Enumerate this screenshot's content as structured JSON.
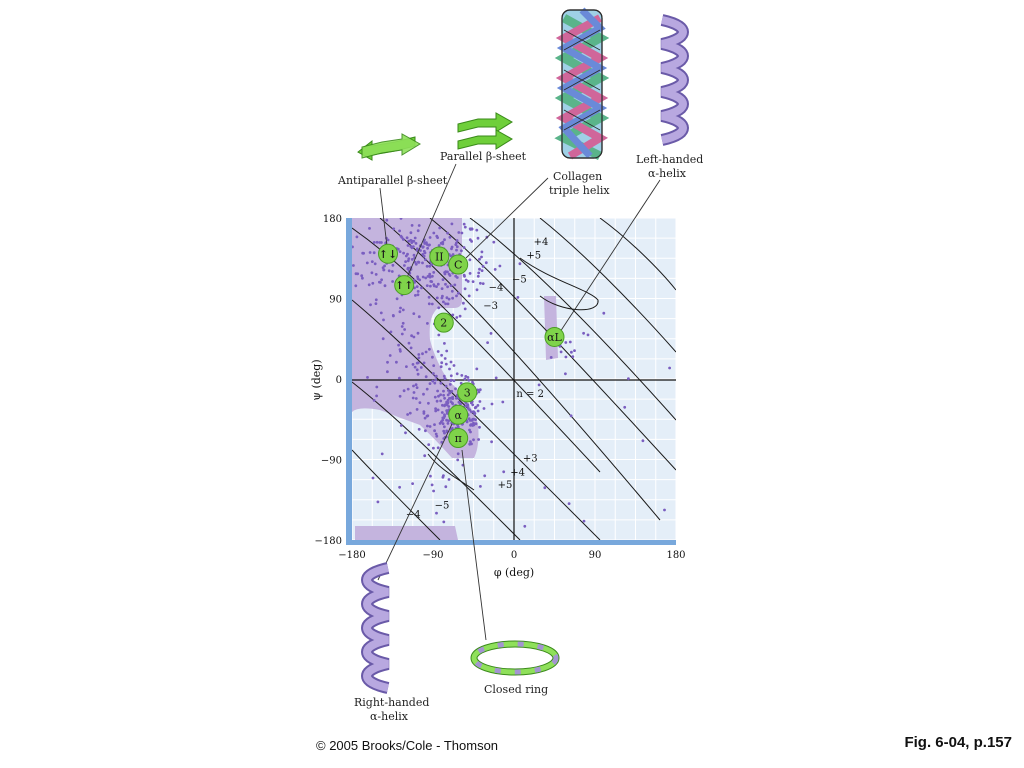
{
  "chart_data": {
    "type": "scatter",
    "xlabel": "φ (deg)",
    "ylabel": "ψ (deg)",
    "xlim": [
      -180,
      180
    ],
    "ylim": [
      -180,
      180
    ],
    "xticks": [
      "−180",
      "−90",
      "0",
      "90",
      "180"
    ],
    "yticks": [
      "180",
      "90",
      "0",
      "−90",
      "−180"
    ],
    "contour_labels": [
      {
        "text": "+4",
        "x": 30,
        "y": 150
      },
      {
        "text": "+5",
        "x": 22,
        "y": 135
      },
      {
        "text": "−5",
        "x": 6,
        "y": 108
      },
      {
        "text": "−4",
        "x": -20,
        "y": 99
      },
      {
        "text": "−3",
        "x": -26,
        "y": 78
      },
      {
        "text": "n = 2",
        "x": 18,
        "y": -20
      },
      {
        "text": "+3",
        "x": 18,
        "y": -92
      },
      {
        "text": "+4",
        "x": 4,
        "y": -108
      },
      {
        "text": "+5",
        "x": -10,
        "y": -122
      },
      {
        "text": "−5",
        "x": -80,
        "y": -145
      },
      {
        "text": "−4",
        "x": -112,
        "y": -155
      }
    ],
    "markers": [
      {
        "label": "↑↓",
        "x": -140,
        "y": 140
      },
      {
        "label": "II",
        "x": -83,
        "y": 137
      },
      {
        "label": "C",
        "x": -62,
        "y": 128
      },
      {
        "label": "↑↑",
        "x": -122,
        "y": 105
      },
      {
        "label": "2",
        "x": -78,
        "y": 63
      },
      {
        "label": "α_L",
        "x": 45,
        "y": 47
      },
      {
        "label": "3",
        "x": -52,
        "y": -15
      },
      {
        "label": "α",
        "x": -62,
        "y": -40
      },
      {
        "label": "π",
        "x": -62,
        "y": -66
      }
    ],
    "clusters": [
      {
        "cx": -110,
        "cy": 135,
        "sx": 42,
        "sy": 22,
        "n": 230
      },
      {
        "cx": -75,
        "cy": 115,
        "sx": 22,
        "sy": 25,
        "n": 90
      },
      {
        "cx": -63,
        "cy": -40,
        "sx": 16,
        "sy": 18,
        "n": 220
      },
      {
        "cx": -90,
        "cy": -10,
        "sx": 30,
        "sy": 25,
        "n": 70
      },
      {
        "cx": -120,
        "cy": 40,
        "sx": 25,
        "sy": 40,
        "n": 40
      },
      {
        "cx": 60,
        "cy": 40,
        "sx": 15,
        "sy": 12,
        "n": 15
      },
      {
        "cx": -100,
        "cy": -120,
        "sx": 50,
        "sy": 50,
        "n": 22
      },
      {
        "cx": 60,
        "cy": -70,
        "sx": 70,
        "sy": 80,
        "n": 14
      }
    ]
  },
  "annotations": {
    "antiparallel": "Antiparallel β-sheet",
    "parallel": "Parallel β-sheet",
    "collagen_1": "Collagen",
    "collagen_2": "triple helix",
    "left_helix_1": "Left-handed",
    "left_helix_2": "α-helix",
    "right_helix_1": "Right-handed",
    "right_helix_2": "α-helix",
    "closed_ring": "Closed ring"
  },
  "footer": {
    "copyright": "© 2005 Brooks/Cole - Thomson",
    "figure_ref": "Fig. 6-04, p.157"
  },
  "colors": {
    "plot_bg": "#e4eef8",
    "allowed_region": "#c4b4de",
    "point": "#7a5ec0",
    "marker": "#7fd34a",
    "axis_bar": "#78a8dc",
    "helix": "#a494d2",
    "arrow": "#6fcf3a"
  }
}
